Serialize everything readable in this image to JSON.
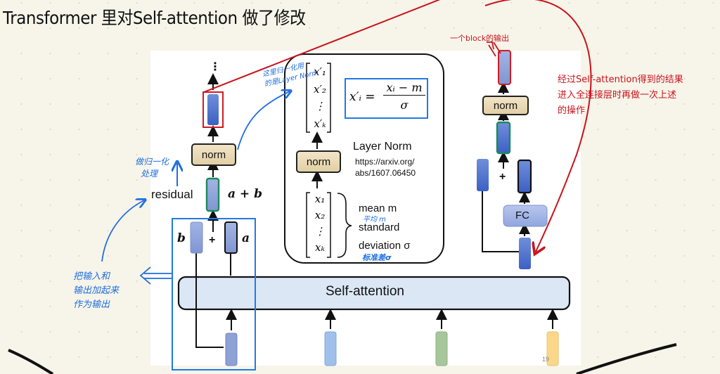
{
  "title": "Transformer 里对Self-attention 做了修改",
  "slide": {
    "page_number": "19",
    "self_attention_label": "Self-attention",
    "residual_label": "residual",
    "sum_label": "a + b",
    "vec_b_label": "b",
    "vec_a_label": "a",
    "plus": "+",
    "norm_label": "norm",
    "fc_label": "FC",
    "ellipsis": "⋮",
    "layer_norm_panel": {
      "output_vector": [
        "x′₁",
        "x′₂",
        "⋮",
        "x′ₖ"
      ],
      "input_vector": [
        "x₁",
        "x₂",
        "⋮",
        "xₖ"
      ],
      "formula_lhs": "x′ᵢ =",
      "formula_num": "xᵢ − m",
      "formula_den": "σ",
      "norm_label": "norm",
      "title": "Layer Norm",
      "ref_line1": "https://arxiv.org/",
      "ref_line2": "abs/1607.06450",
      "mean_label": "mean m",
      "std_label_1": "standard",
      "std_label_2": "deviation σ"
    }
  },
  "annotations": {
    "layer_norm_note": [
      "这里归一化用",
      "的是Layer Norm"
    ],
    "normalize_note": [
      "做归一化",
      "处理"
    ],
    "residual_note": [
      "把输入和",
      "输出加起来",
      "作为输出"
    ],
    "mean_note": "平均 m",
    "std_note": "标准差σ",
    "block_output_note": "一个block的输出",
    "fc_note": [
      "经过Self-attention得到的结果",
      "进入全连接层时再做一次上述",
      "的操作"
    ]
  },
  "colors": {
    "annotation_blue": "#1f6fe0",
    "annotation_red": "#c8141c",
    "norm_fill": "#ead9b4",
    "self_attention_fill": "#dbe7f5",
    "vector_blue": "#4a6fcf",
    "input_colors": [
      "#8ea2d6",
      "#9fc0ea",
      "#a7c79b",
      "#fbd789"
    ]
  }
}
